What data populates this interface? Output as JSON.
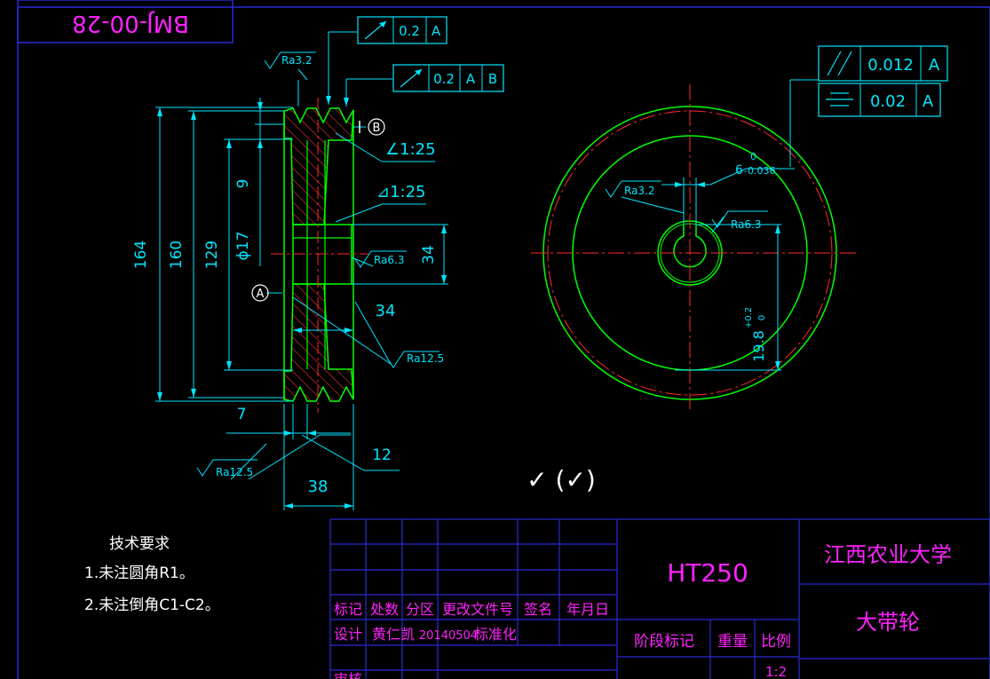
{
  "drawing_number": "BMJ-00-28",
  "colors": {
    "background": "#000000",
    "frame": "#2a2ad8",
    "dimension": "#00e5ff",
    "outline": "#00ff00",
    "centerline": "#ff2a2a",
    "title_text": "#ff22ff",
    "note_text": "#ffffff"
  },
  "geometric_tolerances": {
    "runout_1": {
      "value": "0.2",
      "datum": "A"
    },
    "runout_2": {
      "value": "0.2",
      "datum1": "A",
      "datum2": "B"
    },
    "parallelism": {
      "value": "0.012",
      "datum": "A"
    },
    "symmetry": {
      "value": "0.02",
      "datum": "A"
    }
  },
  "datums": {
    "a": "A",
    "b": "B"
  },
  "roughness": {
    "r32": "Ra3.2",
    "r63": "Ra6.3",
    "r125": "Ra12.5"
  },
  "dimensions": {
    "d164": "164",
    "d160": "160",
    "d129": "129",
    "d9": "9",
    "d17": "ϕ17",
    "d34_v": "34",
    "d34_h": "34",
    "d7": "7",
    "d12": "12",
    "d38": "38",
    "taper1": "∠1:25",
    "taper2": "⊿1:25",
    "keyway_width": "6",
    "keyway_tol_upper": "0",
    "keyway_tol_lower": "-0.036",
    "keyway_depth": "19.8",
    "keyway_depth_tol_upper": "+0.2",
    "keyway_depth_tol_lower": "0"
  },
  "general_roughness": "✓ (✓)",
  "tech_requirements": {
    "title": "技术要求",
    "items": [
      "1.未注圆角R1。",
      "2.未注倒角C1-C2。"
    ]
  },
  "title_block": {
    "headers": [
      "标记",
      "处数",
      "分区",
      "更改文件号",
      "签名",
      "年月日"
    ],
    "design_label": "设计",
    "designer": "黄仁凯",
    "date": "20140504",
    "standardize": "标准化",
    "material": "HT250",
    "stage_mark": "阶段标记",
    "weight": "重量",
    "scale_label": "比例",
    "scale_value": "1:2",
    "university": "江西农业大学",
    "part_name": "大带轮",
    "review_label": "审核"
  }
}
